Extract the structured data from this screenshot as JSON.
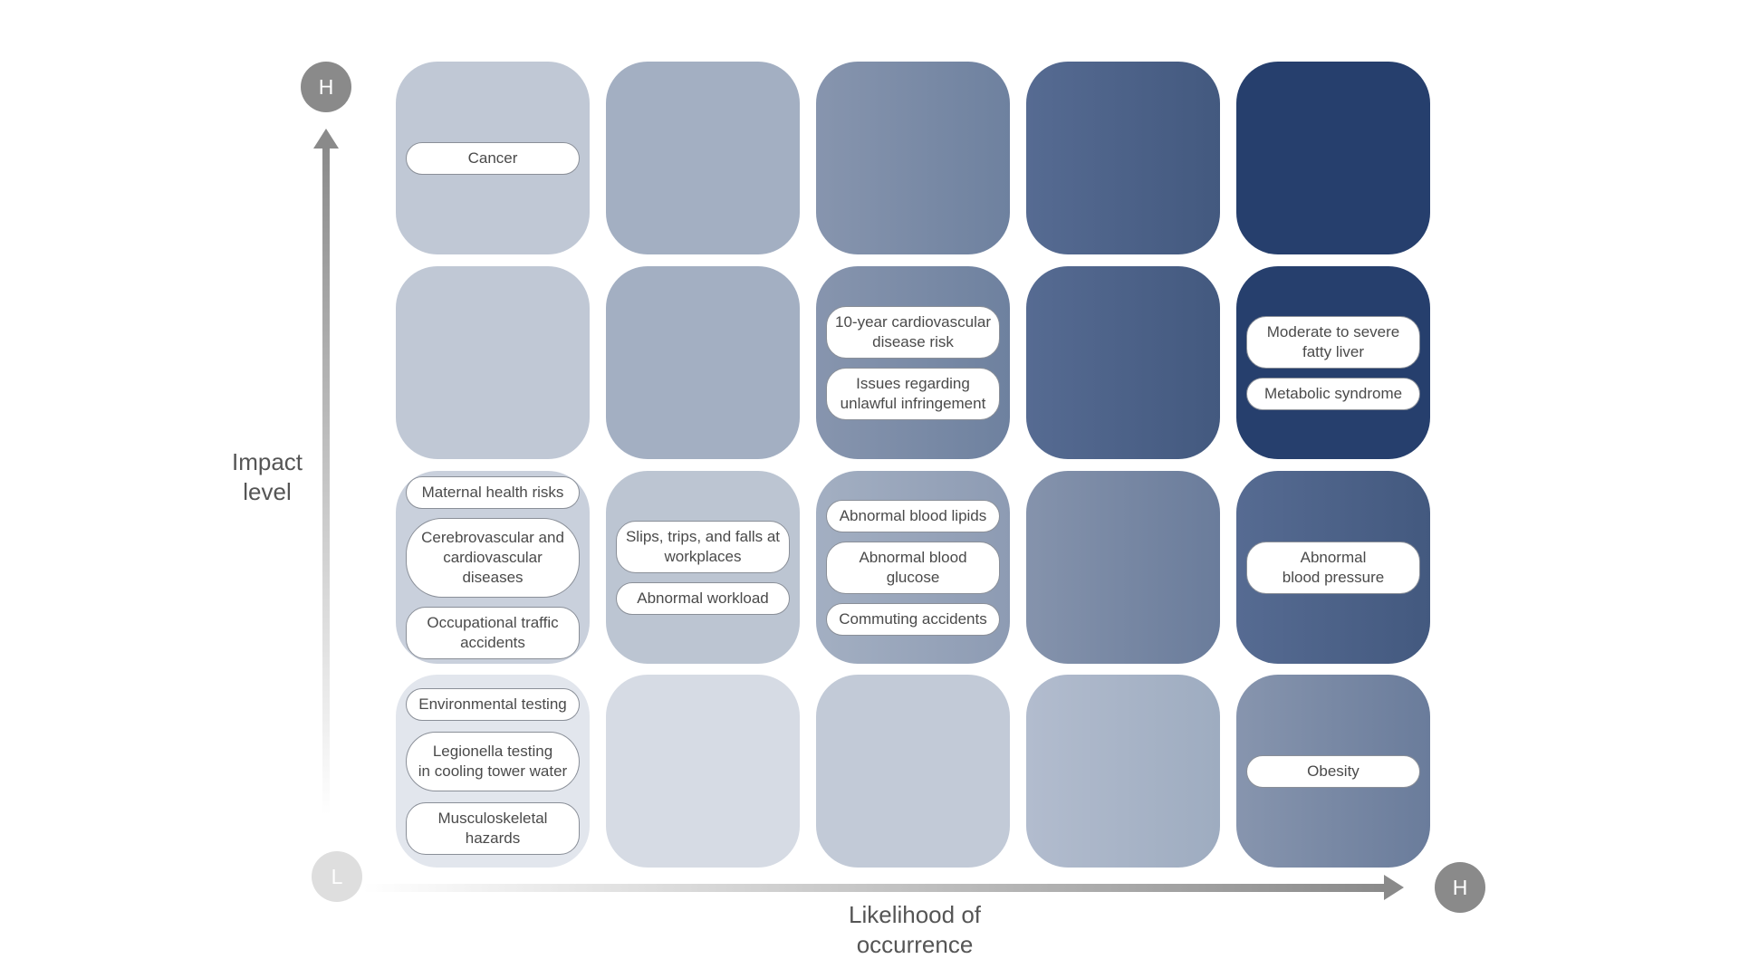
{
  "axes": {
    "y_label": "Impact\nlevel",
    "x_label": "Likelihood of\noccurrence",
    "y_top_marker": "H",
    "origin_marker": "L",
    "x_right_marker": "H"
  },
  "colors": {
    "grid_light": "#e2e6ed",
    "grid_dark": "#263f6d",
    "marker_gray": "#8a8a8a",
    "marker_light": "#d9d9d9",
    "pill_border": "#8a8f98"
  },
  "rows": [
    {
      "impact": "row-1",
      "cells": [
        {
          "items": [
            "Cancer"
          ]
        },
        {
          "items": []
        },
        {
          "items": []
        },
        {
          "items": []
        },
        {
          "items": []
        }
      ]
    },
    {
      "impact": "row-2",
      "cells": [
        {
          "items": []
        },
        {
          "items": []
        },
        {
          "items": [
            "10-year cardiovascular\ndisease risk",
            "Issues regarding\nunlawful infringement"
          ]
        },
        {
          "items": []
        },
        {
          "items": [
            "Moderate to severe\nfatty liver",
            "Metabolic syndrome"
          ]
        }
      ]
    },
    {
      "impact": "row-3",
      "cells": [
        {
          "items": [
            "Maternal health risks",
            "Cerebrovascular and\ncardiovascular\ndiseases",
            "Occupational traffic\naccidents"
          ]
        },
        {
          "items": [
            "Slips, trips, and falls at\nworkplaces",
            "Abnormal workload"
          ]
        },
        {
          "items": [
            "Abnormal blood lipids",
            "Abnormal blood glucose",
            "Commuting accidents"
          ]
        },
        {
          "items": []
        },
        {
          "items": [
            "Abnormal\nblood pressure"
          ]
        }
      ]
    },
    {
      "impact": "row-4",
      "cells": [
        {
          "items": [
            "Environmental testing",
            "Legionella testing\nin cooling tower water",
            "Musculoskeletal hazards"
          ]
        },
        {
          "items": []
        },
        {
          "items": []
        },
        {
          "items": []
        },
        {
          "items": [
            "Obesity"
          ]
        }
      ]
    }
  ]
}
